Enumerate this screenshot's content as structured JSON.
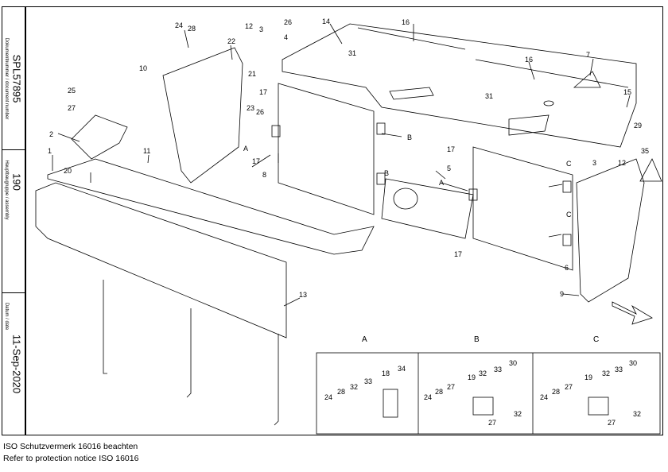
{
  "sidebar": {
    "doc_number": "SPL57895",
    "doc_number_label": "Dokumentnummer / document number",
    "assembly": "190",
    "assembly_label": "Hauptbaugruppe / assembly",
    "date": "11-Sep-2020",
    "date_label": "Datum / date"
  },
  "notice": {
    "line1": "ISO Schutzvermerk 16016 beachten",
    "line2": "Refer to protection notice ISO 16016"
  },
  "details": {
    "a": {
      "title": "A"
    },
    "b": {
      "title": "B"
    },
    "c": {
      "title": "C"
    }
  },
  "callouts": {
    "c1": "1",
    "c2": "2",
    "c3": "3",
    "c4": "4",
    "c5": "5",
    "c6": "6",
    "c7": "7",
    "c8": "8",
    "c9": "9",
    "c10": "10",
    "c11": "11",
    "c12": "12",
    "c13": "13",
    "c14": "14",
    "c15": "15",
    "c16": "16",
    "c17": "17",
    "c18": "18",
    "c19": "19",
    "c20": "20",
    "c21": "21",
    "c22": "22",
    "c23": "23",
    "c24": "24",
    "c25": "25",
    "c26": "26",
    "c27": "27",
    "c28": "28",
    "c29": "29",
    "c30": "30",
    "c31": "31",
    "c32": "32",
    "c33": "33",
    "c34": "34",
    "c35": "35",
    "ref_a": "A",
    "ref_b": "B",
    "ref_c": "C"
  }
}
